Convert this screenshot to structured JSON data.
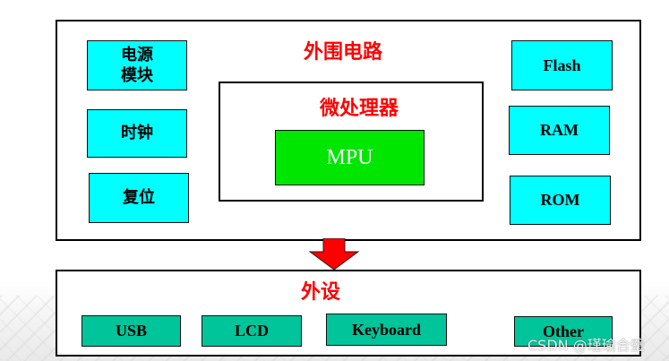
{
  "diagram": {
    "top_section_title": "外围电路",
    "mcu_title": "微处理器",
    "mpu_label": "MPU",
    "bottom_section_title": "外设",
    "left_modules": [
      {
        "label": "电源\n模块"
      },
      {
        "label": "时钟"
      },
      {
        "label": "复位"
      }
    ],
    "right_modules": [
      {
        "label": "Flash"
      },
      {
        "label": "RAM"
      },
      {
        "label": "ROM"
      }
    ],
    "peripherals": [
      {
        "label": "USB"
      },
      {
        "label": "LCD"
      },
      {
        "label": "Keyboard"
      },
      {
        "label": "Other"
      }
    ]
  },
  "watermark": "CSDN @瑾瑜合璧",
  "colors": {
    "title_red": "#ff0000",
    "module_cyan": "#00ffff",
    "peripheral_teal": "#00c59a",
    "mpu_green": "#00e600",
    "arrow_red": "#ff0000"
  }
}
